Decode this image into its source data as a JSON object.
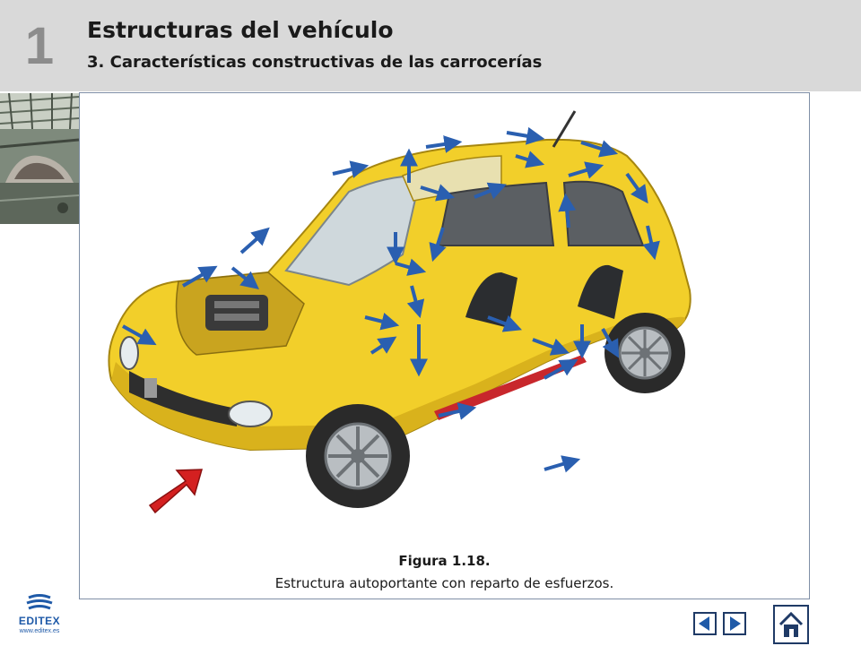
{
  "header": {
    "chapter_number": "1",
    "title": "Estructuras del vehículo",
    "subtitle": "3. Características constructivas de las carrocerías"
  },
  "figure": {
    "label": "Figura 1.18.",
    "caption": "Estructura autoportante con reparto de esfuerzos."
  },
  "logo": {
    "name": "EDITEX",
    "url": "www.editex.es"
  },
  "navigation": {
    "prev_icon": "triangle-left-icon",
    "next_icon": "triangle-right-icon",
    "home_icon": "house-icon"
  },
  "colors": {
    "header_band": "#d9d9d9",
    "chapter_number": "#8c8c8c",
    "car_body": "#f2cf2a",
    "force_arrow": "#2a5fb0",
    "impact_arrow": "#d42020",
    "navy": "#1f3a66"
  }
}
